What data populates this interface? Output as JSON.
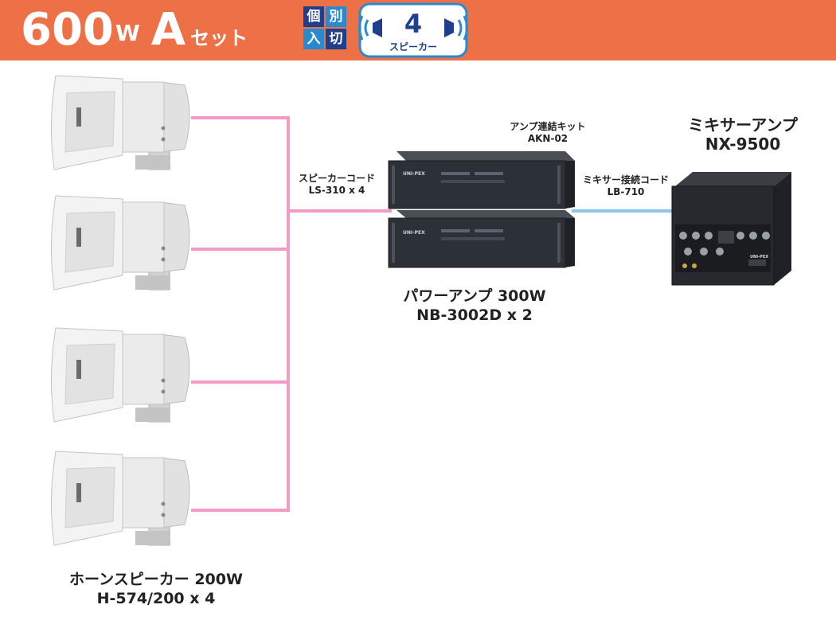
{
  "header": {
    "watt": "600",
    "watt_unit": "W",
    "set_letter": "A",
    "set_suffix": "セット",
    "badge_individual": [
      "個",
      "別",
      "入",
      "切"
    ],
    "badge_speakers": {
      "number": "4",
      "text": "スピーカー"
    }
  },
  "labels": {
    "speaker_cord": {
      "name": "スピーカーコード",
      "model": "LS-310 x 4"
    },
    "link_kit": {
      "name": "アンプ連結キット",
      "model": "AKN-02"
    },
    "mixer_cord": {
      "name": "ミキサー接続コード",
      "model": "LB-710"
    },
    "mixer_amp": {
      "name": "ミキサーアンプ",
      "model": "NX-9500"
    },
    "power_amp": {
      "name": "パワーアンプ 300W",
      "model": "NB-3002D x 2"
    },
    "horn_speaker": {
      "name": "ホーンスピーカー 200W",
      "model": "H-574/200 x 4"
    }
  },
  "device_brand": "UNI-PEX",
  "colors": {
    "header_bg": "#ee7046",
    "speaker_cable": "#f39ac6",
    "mixer_cable": "#8fc4ec",
    "badge_blue": "#2a8ad0",
    "badge_navy": "#1f3f8c"
  }
}
